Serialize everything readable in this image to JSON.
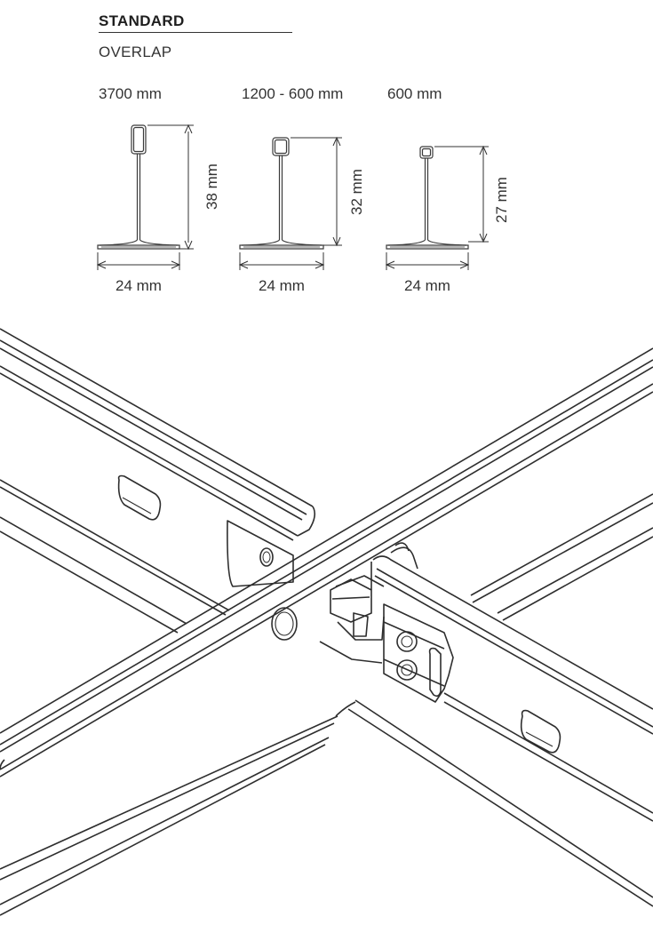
{
  "header": {
    "title": "STANDARD",
    "subtitle": "OVERLAP"
  },
  "profiles": [
    {
      "length_label": "3700 mm",
      "height_label": "38 mm",
      "width_label": "24 mm"
    },
    {
      "length_label": "1200 - 600 mm",
      "height_label": "32 mm",
      "width_label": "24 mm"
    },
    {
      "length_label": "600 mm",
      "height_label": "27 mm",
      "width_label": "24 mm"
    }
  ],
  "colors": {
    "line": "#3a3a3a",
    "background": "#ffffff"
  }
}
